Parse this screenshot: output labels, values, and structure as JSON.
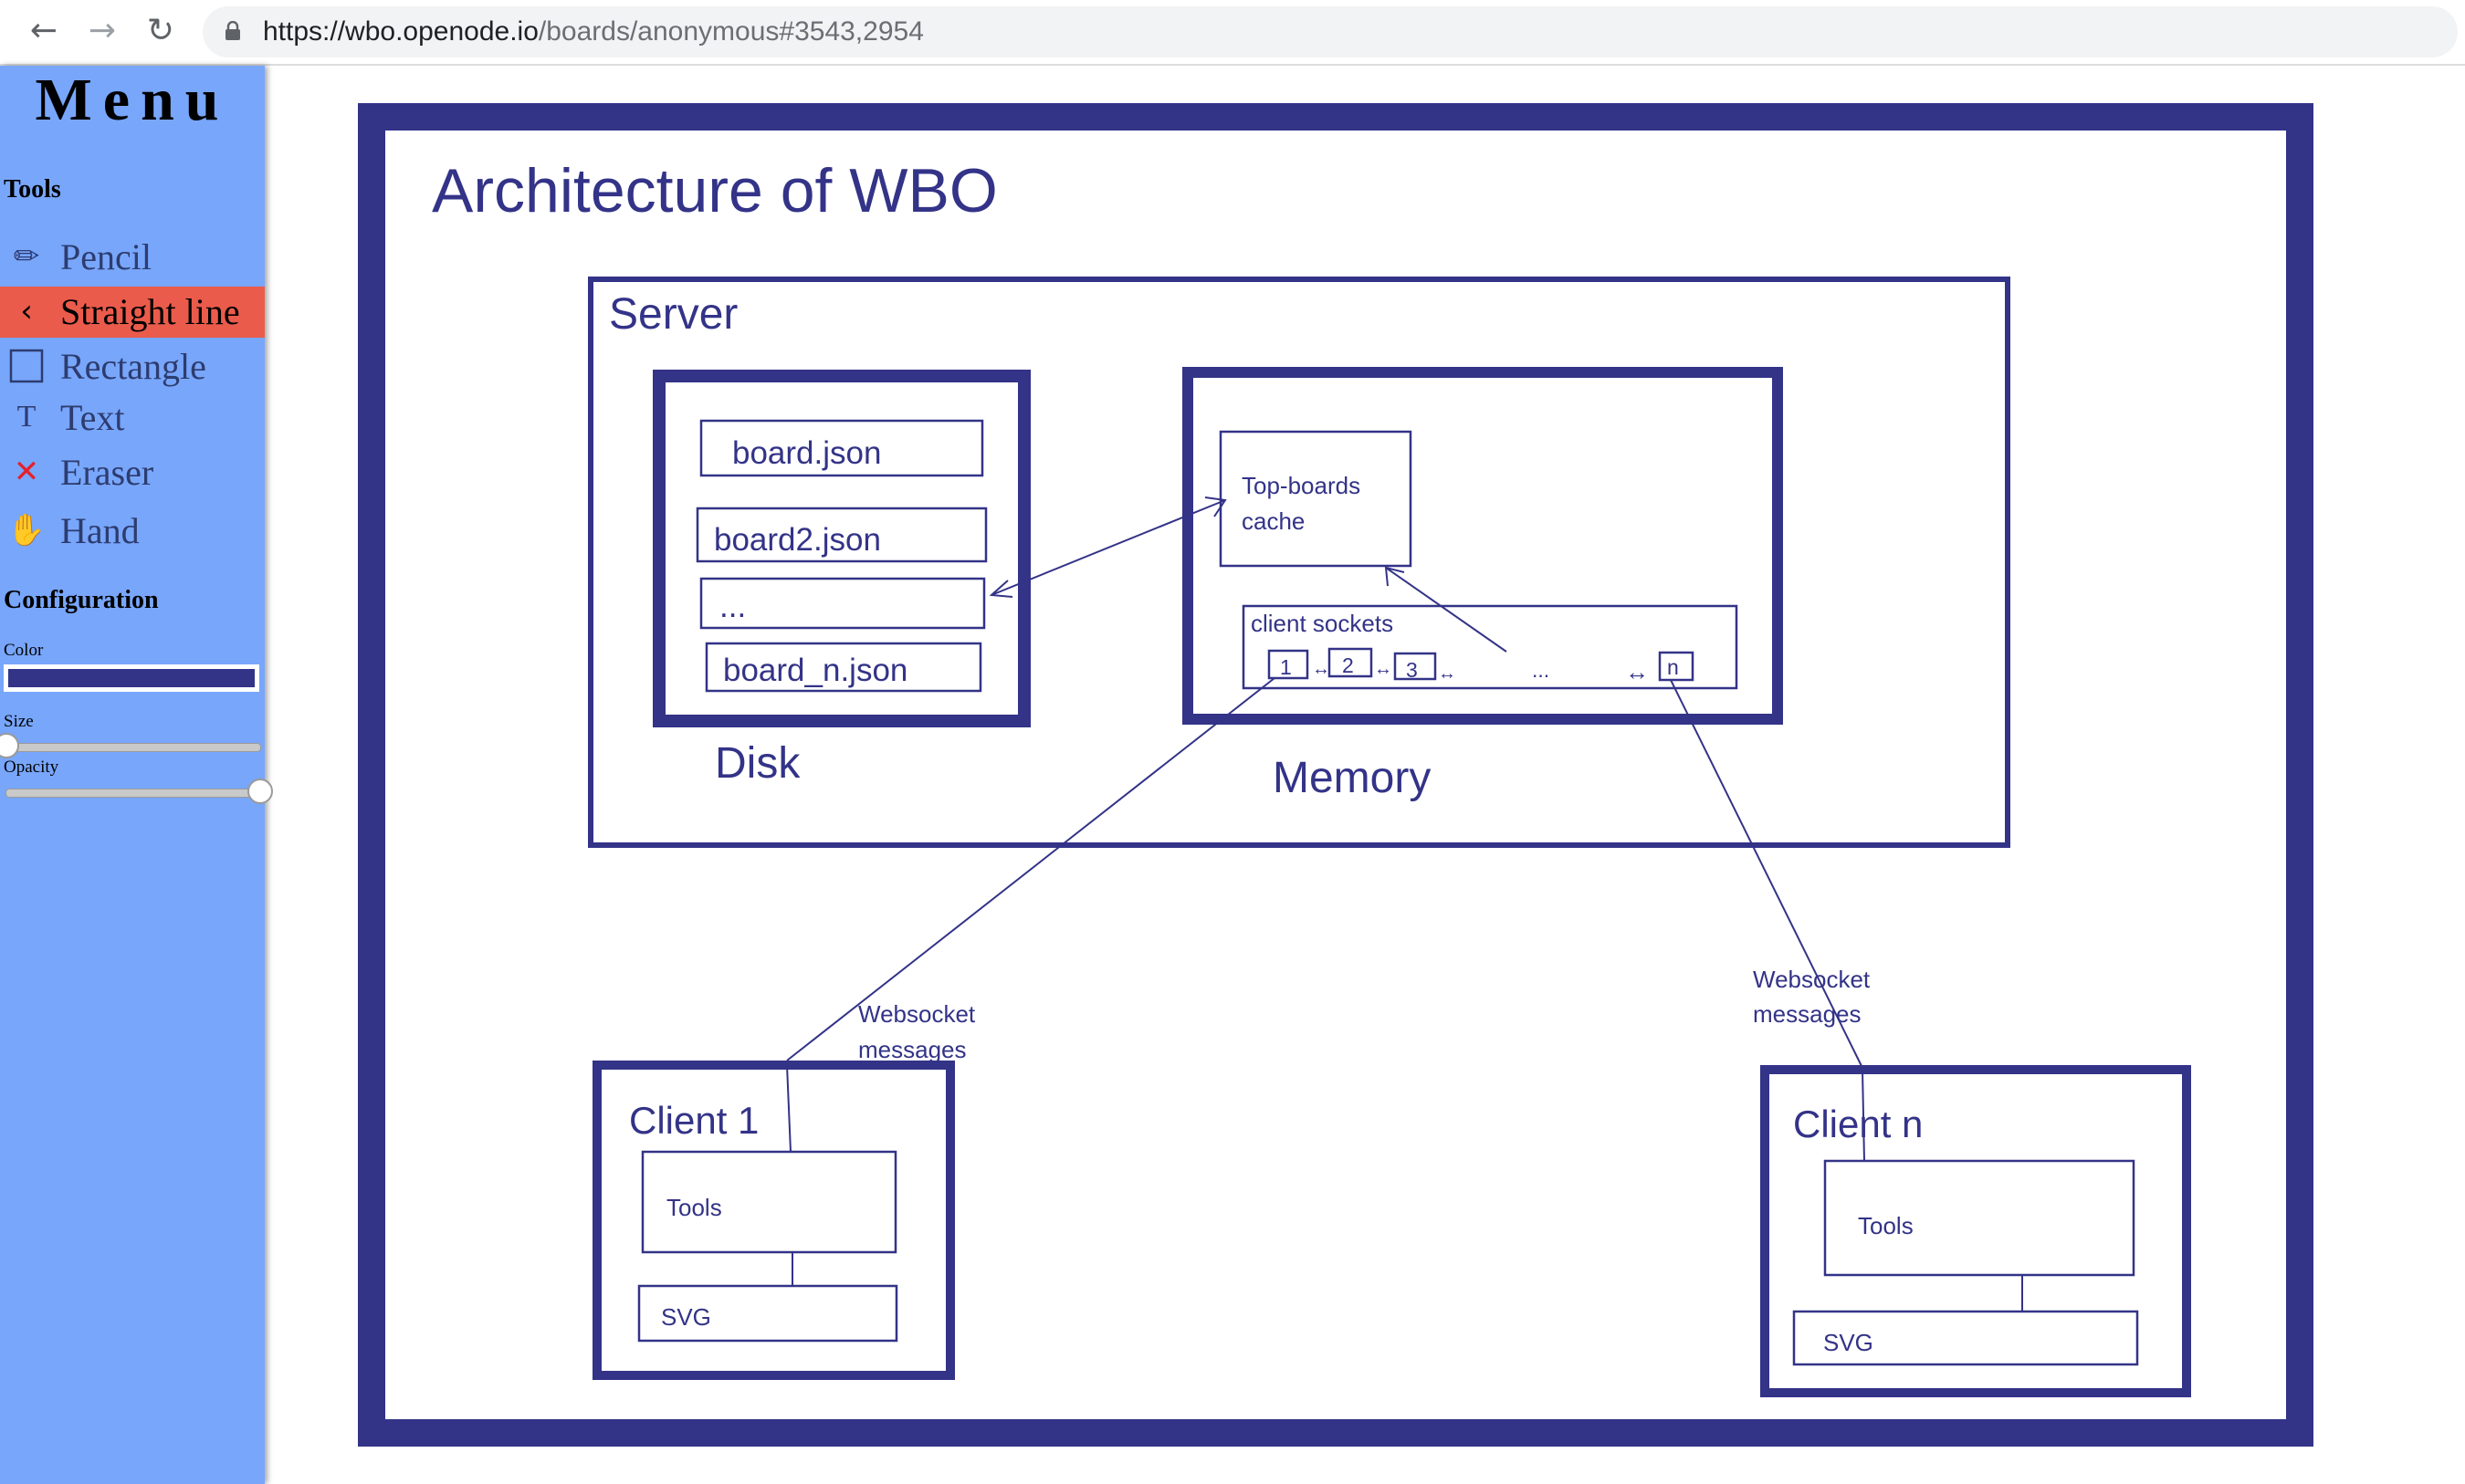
{
  "browser": {
    "url_domain": "https://wbo.openode.io",
    "url_path": "/boards/anonymous#3543,2954",
    "back_icon": "arrow-left-icon",
    "forward_icon": "arrow-right-icon",
    "reload_icon": "reload-icon"
  },
  "menu": {
    "title": "Menu",
    "tools_heading": "Tools",
    "tools": [
      {
        "label": "Pencil",
        "icon": "pencil-icon",
        "glyph": "✏"
      },
      {
        "label": "Straight line",
        "icon": "straight-line-icon",
        "glyph": "‹",
        "active": true
      },
      {
        "label": "Rectangle",
        "icon": "rectangle-icon",
        "glyph": ""
      },
      {
        "label": "Text",
        "icon": "text-icon",
        "glyph": "T"
      },
      {
        "label": "Eraser",
        "icon": "eraser-icon",
        "glyph": "✕"
      },
      {
        "label": "Hand",
        "icon": "hand-icon",
        "glyph": "✋"
      }
    ],
    "configuration_heading": "Configuration",
    "color_label": "Color",
    "color_value": "#333388",
    "size_label": "Size",
    "size_level": 0.0,
    "opacity_label": "Opacity",
    "opacity_level": 1.0,
    "active_color": "#ea5b4b",
    "menu_bg": "#78a6fb"
  },
  "drawing": {
    "stroke_color": "#333388",
    "title": "Architecture of WBO",
    "server_label": "Server",
    "disk_label": "Disk",
    "memory_label": "Memory",
    "files": [
      "board.json",
      "board2.json",
      "...",
      "board_n.json"
    ],
    "cache_line1": "Top-boards",
    "cache_line2": "cache",
    "client_sockets_label": "client sockets",
    "socket_1": "1",
    "socket_2": "2",
    "socket_3": "3",
    "socket_dots": "...",
    "socket_n": "n",
    "arrow_small": "↔",
    "ws_left_line1": "Websocket",
    "ws_left_line2": "messages",
    "ws_right_line1": "Websocket",
    "ws_right_line2": "messages",
    "client1_label": "Client 1",
    "clientn_label": "Client n",
    "tools_box": "Tools",
    "svg_box": "SVG"
  }
}
